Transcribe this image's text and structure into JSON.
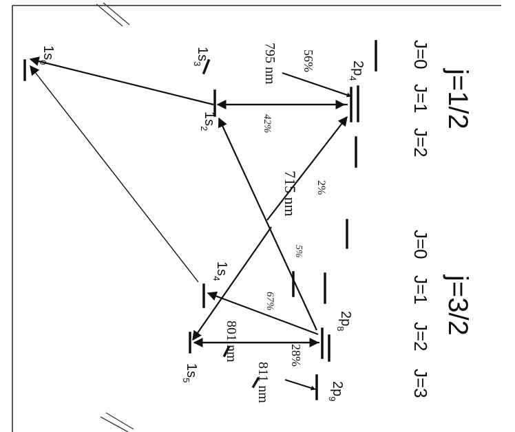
{
  "headings": {
    "j_half": "j=1/2",
    "j_three_half": "j=3/2",
    "j_half_J": [
      "J=0",
      "J=1",
      "J=2"
    ],
    "j_three_half_J": [
      "J=0",
      "J=1",
      "J=2",
      "J=3"
    ]
  },
  "levels": {
    "s0": {
      "base": "1s",
      "sub": "0"
    },
    "s2": {
      "base": "1s",
      "sub": "2"
    },
    "s3": {
      "base": "1s",
      "sub": "3"
    },
    "s4": {
      "base": "1s",
      "sub": "4"
    },
    "s5": {
      "base": "1s",
      "sub": "5"
    },
    "p4": {
      "base": "2p",
      "sub": "4"
    },
    "p8": {
      "base": "2p",
      "sub": "8"
    },
    "p9": {
      "base": "2p",
      "sub": "9"
    }
  },
  "transitions": {
    "w795": "795 nm",
    "w715": "715 nm",
    "w801": "801 nm",
    "w811": "811 nm"
  },
  "branching": {
    "b56": "56%",
    "b42": "42%",
    "b2": "2%",
    "b5": "5%",
    "b67": "67%",
    "b28": "28%"
  }
}
